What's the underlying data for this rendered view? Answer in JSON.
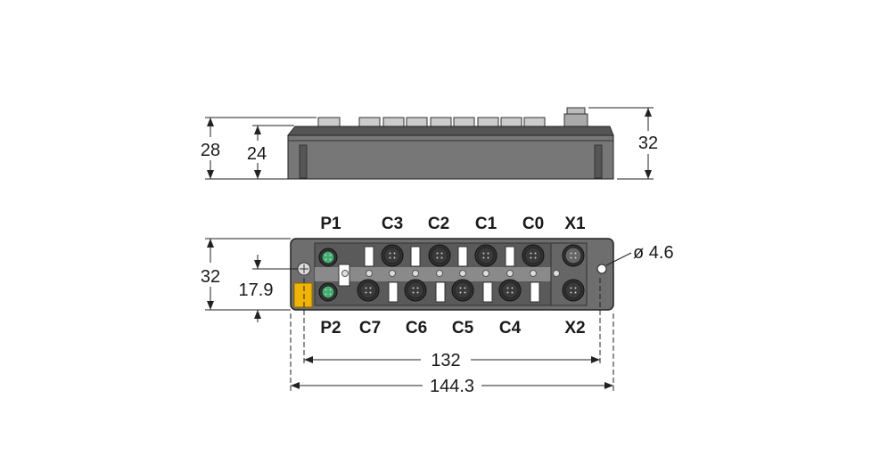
{
  "side_view": {
    "dimensions": {
      "overall_height": "28",
      "housing_height": "24",
      "height_with_connector": "32"
    }
  },
  "front_view": {
    "top_labels": [
      "P1",
      "C3",
      "C2",
      "C1",
      "C0",
      "X1"
    ],
    "bottom_labels": [
      "P2",
      "C7",
      "C6",
      "C5",
      "C4",
      "X2"
    ],
    "dimensions": {
      "height": "32",
      "hole_offset": "17.9",
      "hole_diameter": "ø 4.6",
      "hole_spacing": "132",
      "overall_length": "144.3"
    }
  },
  "colors": {
    "housing": "#7a7a7a",
    "housing_dark": "#4a4a4a",
    "power_connector": "#3fae6e",
    "yellow_tab": "#f2b400"
  }
}
